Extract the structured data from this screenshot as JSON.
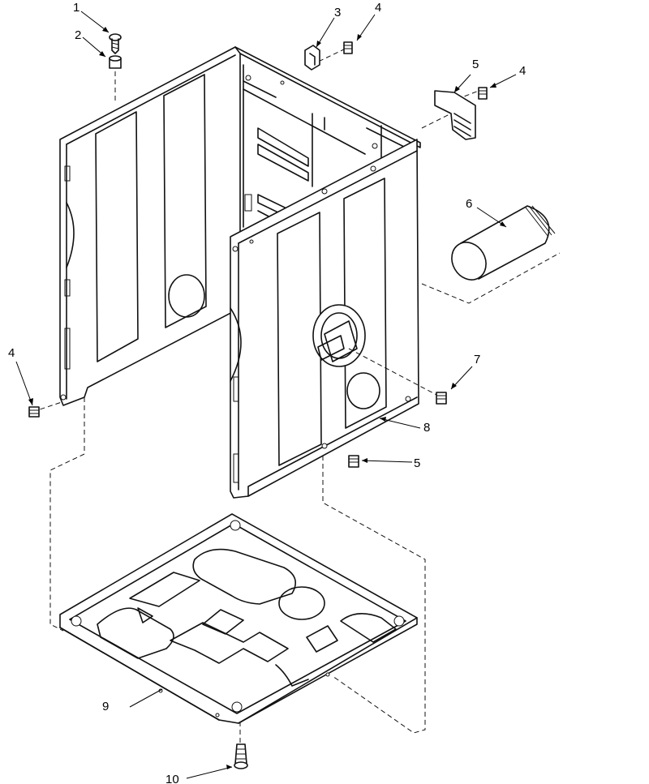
{
  "callouts": [
    {
      "id": "c1",
      "label": "1"
    },
    {
      "id": "c2",
      "label": "2"
    },
    {
      "id": "c3",
      "label": "3"
    },
    {
      "id": "c4a",
      "label": "4"
    },
    {
      "id": "c4b",
      "label": "4"
    },
    {
      "id": "c5a",
      "label": "5"
    },
    {
      "id": "c6",
      "label": "6"
    },
    {
      "id": "c4c",
      "label": "4"
    },
    {
      "id": "c7",
      "label": "7"
    },
    {
      "id": "c8",
      "label": "8"
    },
    {
      "id": "c5b",
      "label": "5"
    },
    {
      "id": "c9",
      "label": "9"
    },
    {
      "id": "c10",
      "label": "10"
    }
  ],
  "colors": {
    "line": "#111111",
    "background": "#ffffff"
  }
}
